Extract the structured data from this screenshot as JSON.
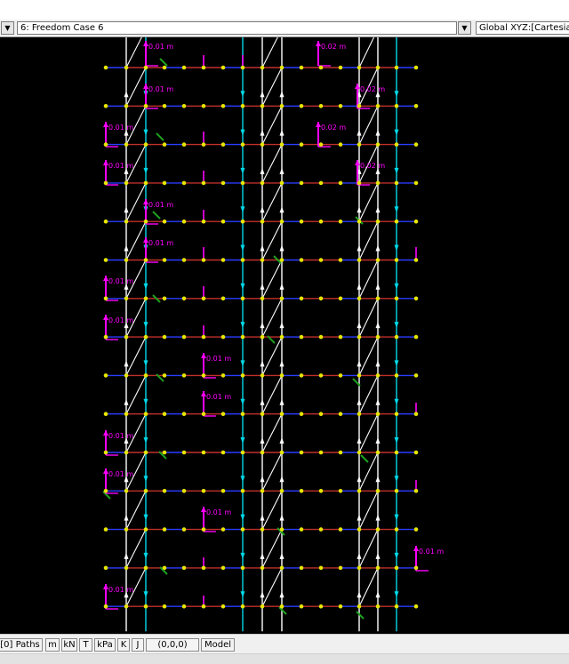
{
  "toolbar": {
    "case_selector_value": "6: Freedom Case 6",
    "coordinate_system_value": "Global XYZ:[Cartesian]"
  },
  "statusbar": {
    "items": [
      "[0] Paths",
      "m",
      "kN",
      "T",
      "kPa",
      "K",
      "J",
      "(0,0,0)",
      "Model"
    ]
  },
  "viewport": {
    "displacement_labels": [
      "0.01 m",
      "0.02 m",
      "0.01 m",
      "0.02 m",
      "0.01 m",
      "0.02 m",
      "0.01 m",
      "0.02 m",
      "0.01 m",
      "0.01 m",
      "0.01 m",
      "0.01 m",
      "0.01 m",
      "0.01 m",
      "0.01 m",
      "0.01 m",
      "0.01 m",
      "0.01 m",
      "0.01 m"
    ],
    "colors": {
      "background": "#000000",
      "beam_red": "#c0302a",
      "beam_blue": "#2a3cff",
      "column_white": "#ffffff",
      "column_cyan": "#00d8e8",
      "node_yellow": "#e6e600",
      "displacement_magenta": "#ff00ff",
      "rotation_green": "#1ea01e"
    }
  }
}
